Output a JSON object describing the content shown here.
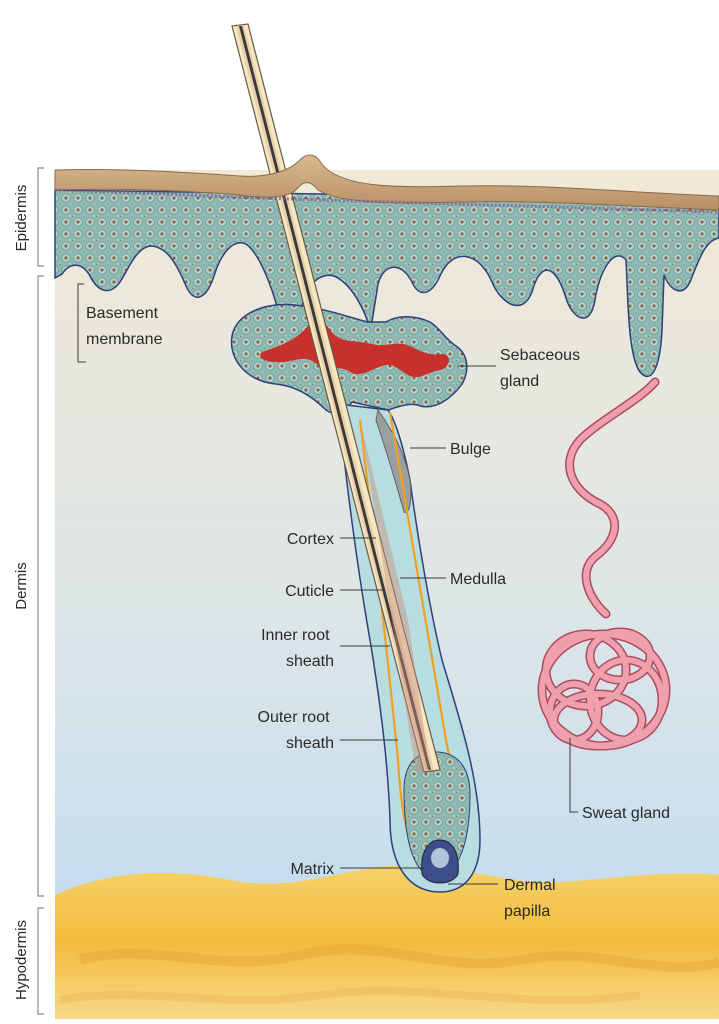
{
  "layers": {
    "epidermis": "Epidermis",
    "dermis": "Dermis",
    "hypodermis": "Hypodermis"
  },
  "labels": {
    "basement_membrane": [
      "Basement",
      "membrane"
    ],
    "sebaceous_gland": [
      "Sebaceous",
      "gland"
    ],
    "bulge": "Bulge",
    "cortex": "Cortex",
    "medulla": "Medulla",
    "cuticle": "Cuticle",
    "inner_root_sheath": [
      "Inner root",
      "sheath"
    ],
    "outer_root_sheath": [
      "Outer root",
      "sheath"
    ],
    "sweat_gland": "Sweat gland",
    "matrix": "Matrix",
    "dermal_papilla": [
      "Dermal",
      "papilla"
    ]
  },
  "colors": {
    "skin_surface": "#c9a37a",
    "dermis_top": "#efe6d2",
    "dermis_bottom": "#c8dff0",
    "hypodermis": "#f3c64a",
    "cell_mass": "#8fbcae",
    "sebum": "#c8312b",
    "hair_shaft": "#f6e7c3",
    "medulla": "#c98f7e",
    "sweat_gland": "#e08a98",
    "inner_root_sheath": "#f0a020"
  }
}
